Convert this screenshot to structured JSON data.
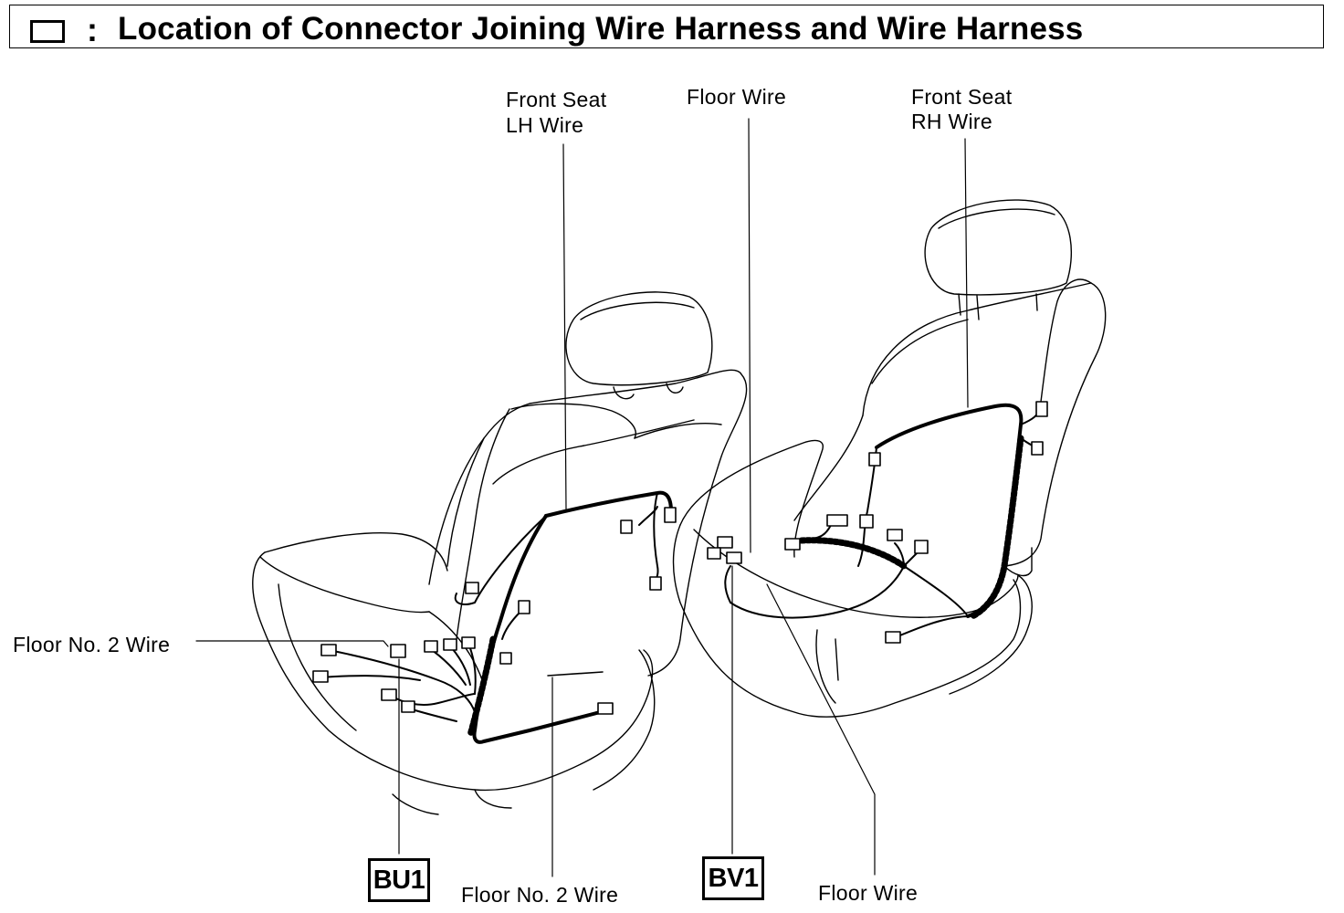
{
  "title": {
    "colon": ":",
    "text": "Location of Connector Joining Wire Harness and Wire Harness"
  },
  "labels": {
    "front_seat_lh_line1": "Front Seat",
    "front_seat_lh_line2": "LH Wire",
    "floor_wire_top": "Floor Wire",
    "front_seat_rh_line1": "Front Seat",
    "front_seat_rh_line2": "RH Wire",
    "floor_no2_wire_left": "Floor No. 2 Wire",
    "floor_no2_wire_bottom": "Floor No. 2 Wire",
    "floor_wire_bottom": "Floor Wire"
  },
  "connector_codes": {
    "bu1": "BU1",
    "bv1": "BV1"
  }
}
